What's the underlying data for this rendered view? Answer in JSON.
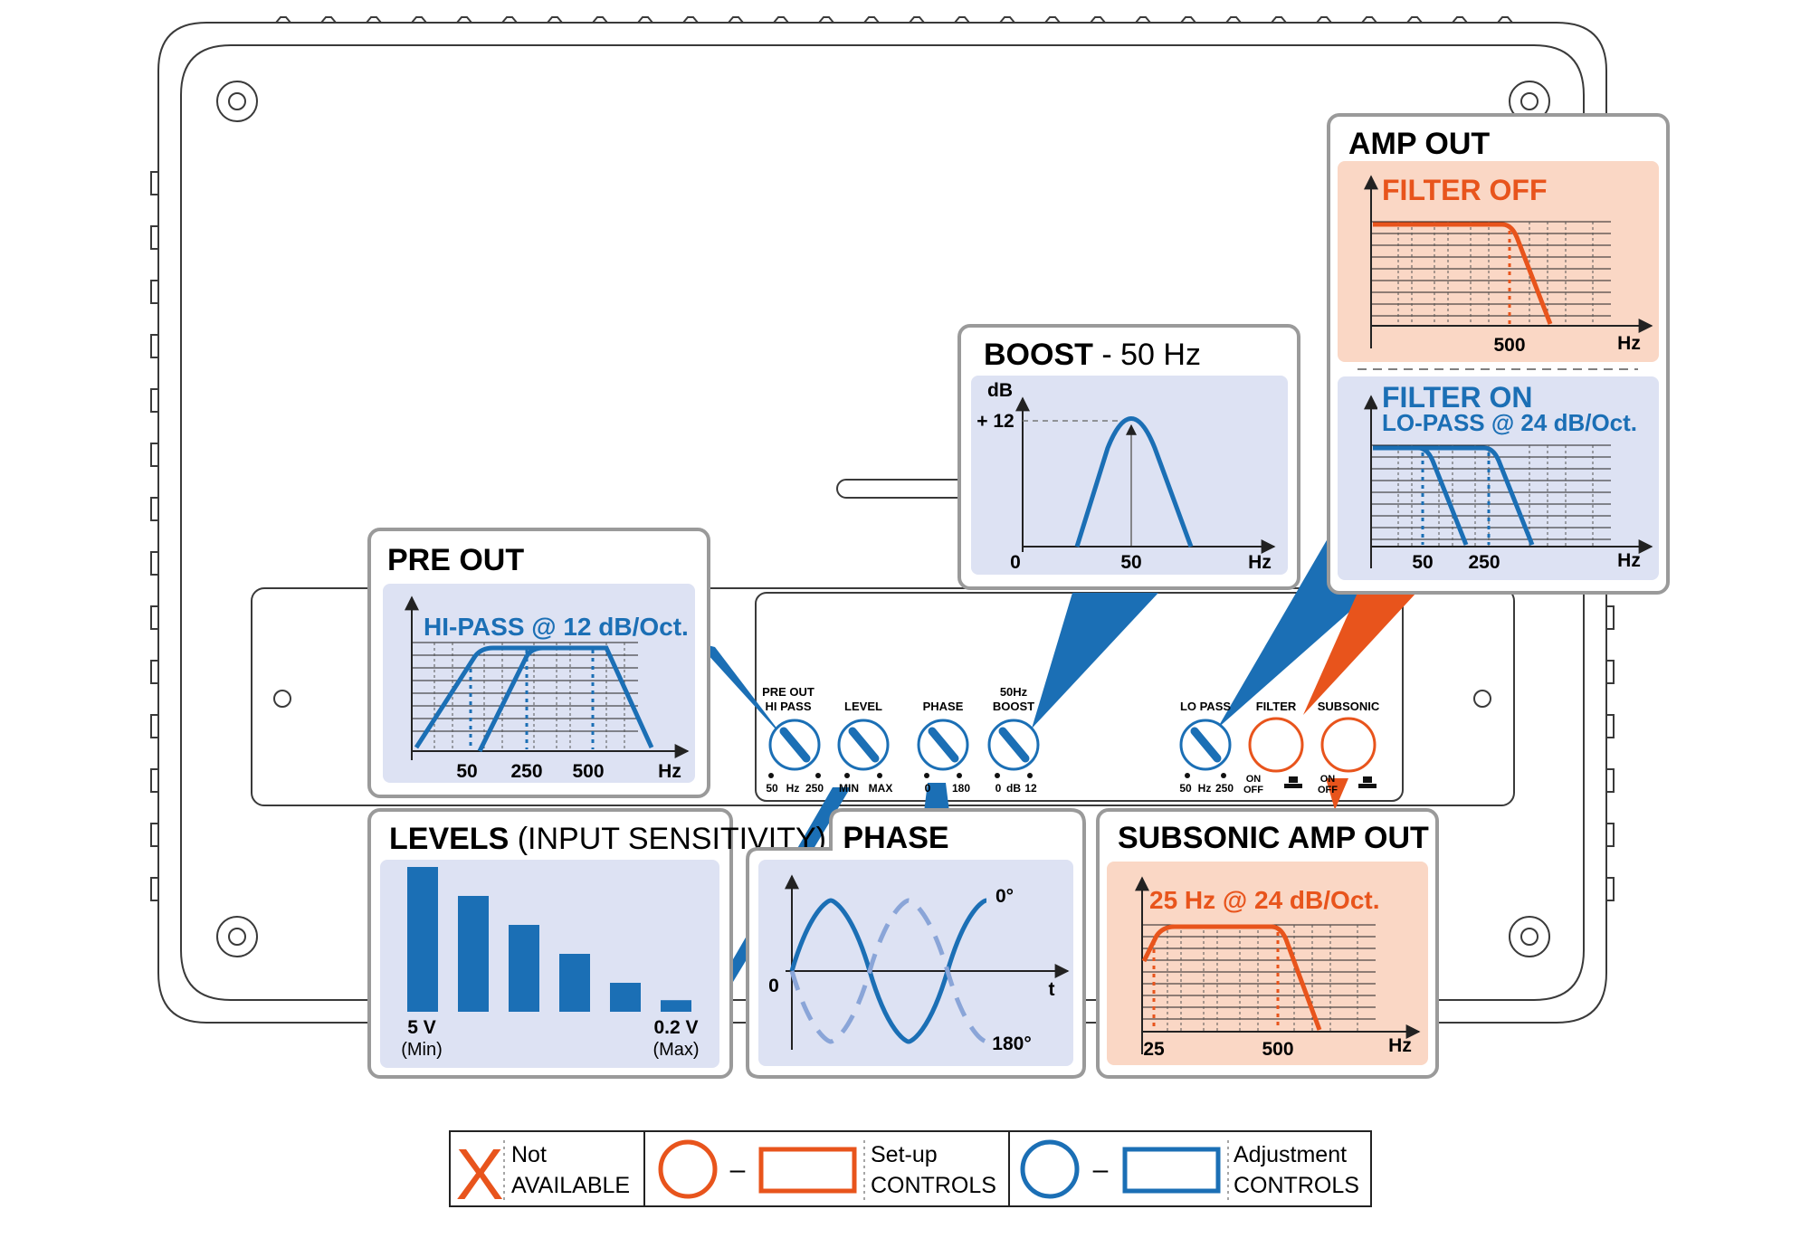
{
  "colors": {
    "blue": "#1b6fb5",
    "orange": "#e8541c",
    "panel_blue": "#dde2f3",
    "panel_orange": "#fad7c5",
    "border": "#9a9a9a",
    "outline": "#3a3a3a"
  },
  "panel_labels": {
    "pre_out_hi_pass": [
      "PRE OUT",
      "HI PASS"
    ],
    "pre_out_hi_pass_scale": [
      "50",
      "Hz",
      "250"
    ],
    "level": "LEVEL",
    "level_scale": [
      "MIN",
      "MAX"
    ],
    "phase": "PHASE",
    "phase_scale": [
      "0",
      "180"
    ],
    "boost": [
      "50Hz",
      "BOOST"
    ],
    "boost_scale": [
      "0",
      "dB",
      "12"
    ],
    "lo_pass": "LO PASS",
    "lo_pass_scale": [
      "50",
      "Hz",
      "250"
    ],
    "filter": "FILTER",
    "subsonic": "SUBSONIC",
    "on_off": [
      "ON",
      "OFF"
    ]
  },
  "callouts": {
    "pre_out": {
      "title": "PRE OUT",
      "curve_label": "HI-PASS @ 12 dB/Oct.",
      "x_ticks": [
        "50",
        "250",
        "500"
      ],
      "x_unit": "Hz"
    },
    "boost": {
      "title_bold": "BOOST",
      "title_rest": " - 50 Hz",
      "y_unit": "dB",
      "y_peak": "+ 12",
      "x_ticks": [
        "0",
        "50"
      ],
      "x_unit": "Hz"
    },
    "amp_out": {
      "title": "AMP OUT",
      "filter_off": {
        "label": "FILTER OFF",
        "x_ticks": [
          "500"
        ],
        "x_unit": "Hz"
      },
      "filter_on": {
        "label": "FILTER ON",
        "sublabel": "LO-PASS @ 24 dB/Oct.",
        "x_ticks": [
          "50",
          "250"
        ],
        "x_unit": "Hz"
      }
    },
    "levels": {
      "title_bold": "LEVELS",
      "title_rest": " (INPUT SENSITIVITY)",
      "bar_heights_relative": [
        1.0,
        0.8,
        0.6,
        0.4,
        0.2,
        0.08
      ],
      "left_label": "5 V",
      "left_sub": "(Min)",
      "right_label": "0.2 V",
      "right_sub": "(Max)"
    },
    "phase": {
      "title": "PHASE",
      "label_0deg": "0°",
      "label_180deg": "180°",
      "origin": "0",
      "x_unit": "t"
    },
    "subsonic": {
      "title": "SUBSONIC AMP OUT",
      "curve_label": "25 Hz @ 24 dB/Oct.",
      "x_ticks": [
        "25",
        "500"
      ],
      "x_unit": "Hz"
    }
  },
  "legend": {
    "not_available": [
      "Not",
      "AVAILABLE"
    ],
    "setup": [
      "Set-up",
      "CONTROLS"
    ],
    "adjustment": [
      "Adjustment",
      "CONTROLS"
    ],
    "dash": "–",
    "x_mark": "X"
  }
}
